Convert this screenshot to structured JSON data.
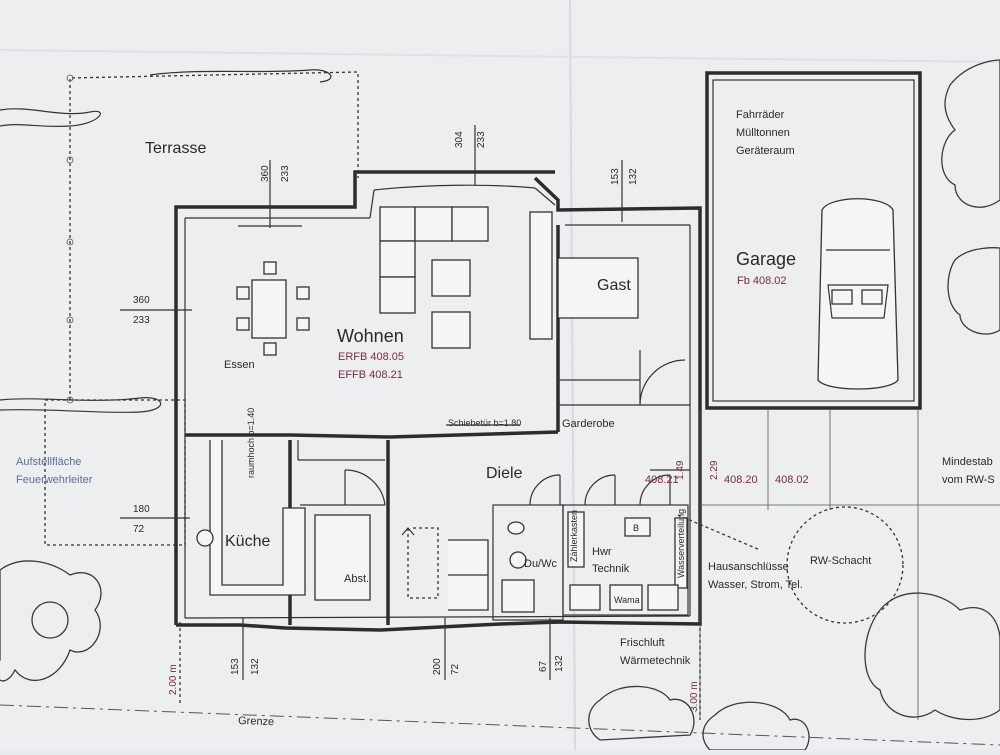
{
  "rooms": {
    "terrasse": "Terrasse",
    "wohnen": "Wohnen",
    "essen": "Essen",
    "gast": "Gast",
    "garage": "Garage",
    "kueche": "Küche",
    "abst": "Abst.",
    "diele": "Diele",
    "garderobe": "Garderobe",
    "du_wc": "Du/Wc",
    "hwr": "Hwr",
    "technik": "Technik"
  },
  "elevations": {
    "wohnen_erfb": "ERFB 408.05",
    "wohnen_effb": "EFFB 408.21",
    "garage_fb": "Fb 408.02",
    "diele": "408.21",
    "outside_1": "408.20",
    "outside_2": "408.02"
  },
  "notes": {
    "garage_1": "Fahrräder",
    "garage_2": "Mülltonnen",
    "garage_3": "Geräteraum",
    "aufstell_1": "Aufstellfläche",
    "aufstell_2": "Feuerwehrleiter",
    "anschluss_1": "Hausanschlüsse",
    "anschluss_2": "Wasser, Strom, Tel.",
    "rw_schacht": "RW-Schacht",
    "frischluft_1": "Frischluft",
    "frischluft_2": "Wärmetechnik",
    "grenze": "Grenze",
    "mindest_1": "Mindestab",
    "mindest_2": "vom RW-S",
    "schiebetuer": "Schiebetür b=1.80",
    "raumhoch": "raumhoch b=1.40",
    "zaehlerkasten": "Zählerkasten",
    "wasserverteilung": "Wasserverteilung",
    "wama": "Wama",
    "b_label": "B"
  },
  "dimensions": {
    "terrasse_window_top": "360",
    "terrasse_window_bottom": "233",
    "wohnen_window_top": "304",
    "wohnen_window_bottom": "233",
    "gast_window_top": "153",
    "gast_window_bottom": "132",
    "left_window_top": "360",
    "left_window_bottom": "233",
    "kueche_window_top": "180",
    "kueche_window_bottom": "72",
    "bottom_1_a": "153",
    "bottom_1_b": "132",
    "bottom_2_a": "200",
    "bottom_2_b": "72",
    "bottom_3_a": "67",
    "bottom_3_b": "132",
    "right_a": "1.49",
    "right_b": "2.29",
    "boundary_left": "2.00 m",
    "boundary_right": "3.00 m"
  }
}
